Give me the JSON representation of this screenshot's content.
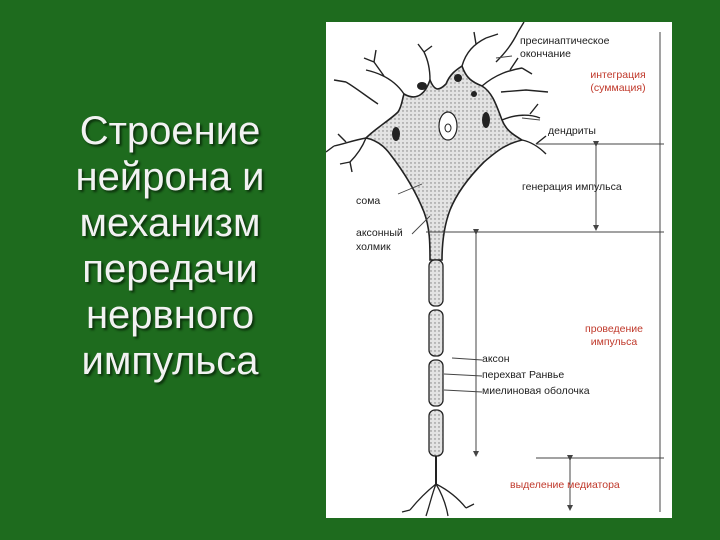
{
  "slide": {
    "title_lines": [
      "Строение",
      "нейрона и",
      "механизм",
      "передачи",
      "нервного",
      "импульса"
    ]
  },
  "diagram": {
    "labels": {
      "presynaptic_1": "пресинаптическое",
      "presynaptic_2": "окончание",
      "integration_1": "интеграция",
      "integration_2": "(суммация)",
      "dendrites": "дендриты",
      "impulse_generation": "генерация импульса",
      "soma": "сома",
      "axon_hillock_1": "аксонный",
      "axon_hillock_2": "холмик",
      "conduction_1": "проведение",
      "conduction_2": "импульса",
      "axon": "аксон",
      "ranvier_node": "перехват Ранвье",
      "myelin_sheath": "миелиновая оболочка",
      "mediator_release": "выделение медиатора"
    },
    "colors": {
      "background": "#1e6b1e",
      "title_text": "#f2f2f2",
      "red_label": "#c0392b",
      "cell_fill": "#d8d8d8"
    }
  }
}
